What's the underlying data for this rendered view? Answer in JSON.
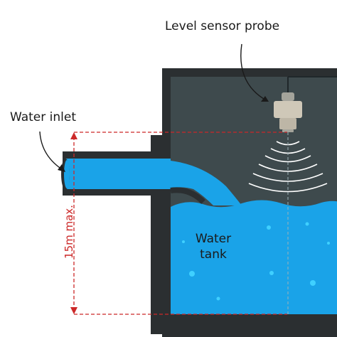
{
  "labels": {
    "probe": "Level sensor probe",
    "inlet": "Water inlet",
    "tank": "Water tank",
    "max_height": "15m max."
  },
  "colors": {
    "tank_wall": "#2b2f31",
    "tank_interior": "#3e4a4d",
    "water": "#1aa3e8",
    "water_highlight": "#3fd0ff",
    "dimension_line": "#cc2828",
    "sensor_body": "#cfc8b8",
    "sensor_cap": "#a4a49b",
    "ultrasonic_waves": "#ffffff"
  },
  "icons": {
    "sensor": "ultrasonic-level-sensor-icon",
    "arrow": "curved-arrow-icon"
  }
}
